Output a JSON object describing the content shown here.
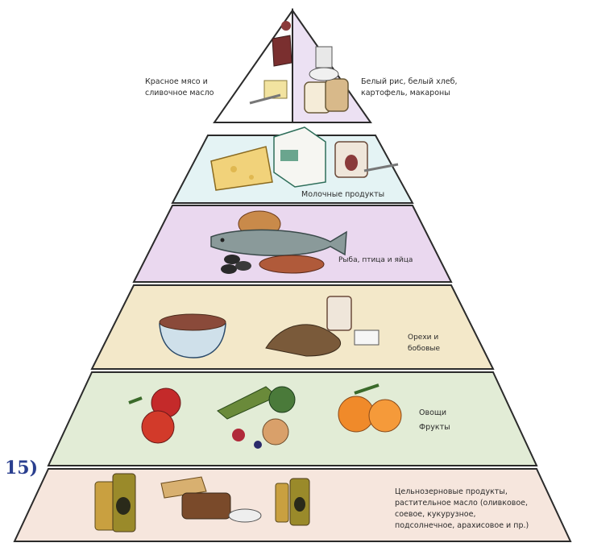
{
  "figure_number": "15)",
  "tiers": [
    {
      "id": "top",
      "left_label": "Красное мясо и сливочное масло",
      "right_label": "Белый рис, белый хлеб, картофель, макароны",
      "left_color": "#ffffff",
      "right_color": "#ece1f3"
    },
    {
      "id": "dairy",
      "label": "Молочные продукты",
      "color": "#e4f3f4"
    },
    {
      "id": "fish",
      "label": "Рыба, птица и яйца",
      "color": "#ead8ef"
    },
    {
      "id": "nuts",
      "label": "Орехи и бобовые",
      "color": "#f3e8c9"
    },
    {
      "id": "veg",
      "label": "Овощи Фрукты",
      "color": "#e2ecd6"
    },
    {
      "id": "base",
      "label": "Цельнозерновые продукты, растительное масло (оливковое, соевое, кукурузное, подсолнечное, арахисовое и пр.)",
      "color": "#f6e6dd"
    }
  ],
  "outline_color": "#2b2b2b",
  "number_color": "#2a3f8f"
}
